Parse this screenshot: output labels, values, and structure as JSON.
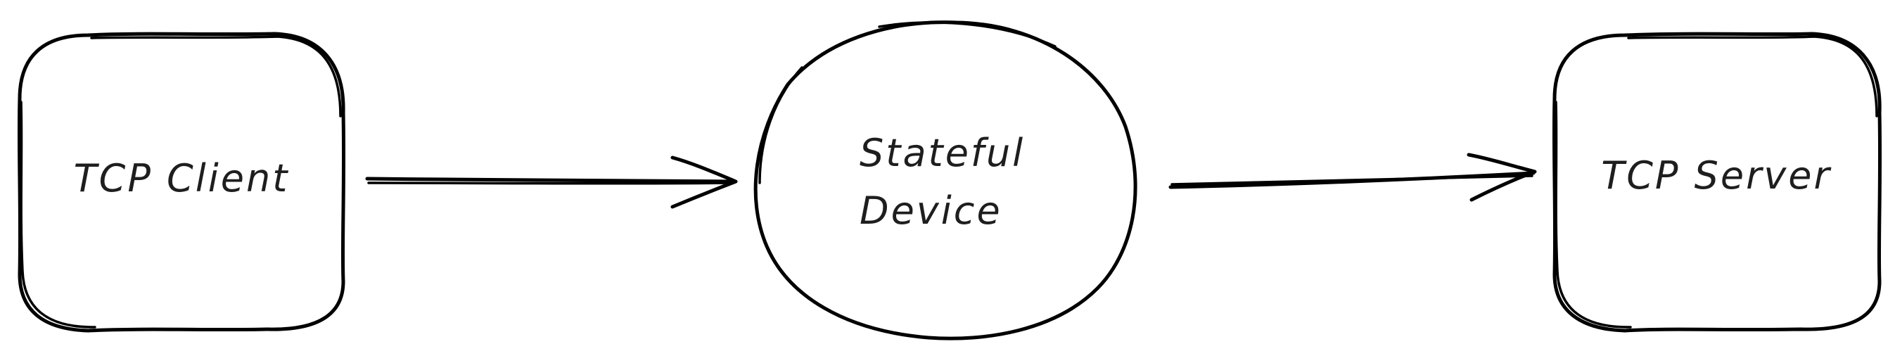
{
  "nodes": {
    "client": {
      "label": "TCP Client"
    },
    "device": {
      "label_line1": "Stateful",
      "label_line2": "Device"
    },
    "server": {
      "label": "TCP Server"
    }
  },
  "edges": [
    {
      "from": "TCP Client",
      "to": "Stateful Device"
    },
    {
      "from": "Stateful Device",
      "to": "TCP Server"
    }
  ],
  "colors": {
    "stroke": "#000000",
    "text": "#1e1e1e",
    "background": "#ffffff"
  }
}
